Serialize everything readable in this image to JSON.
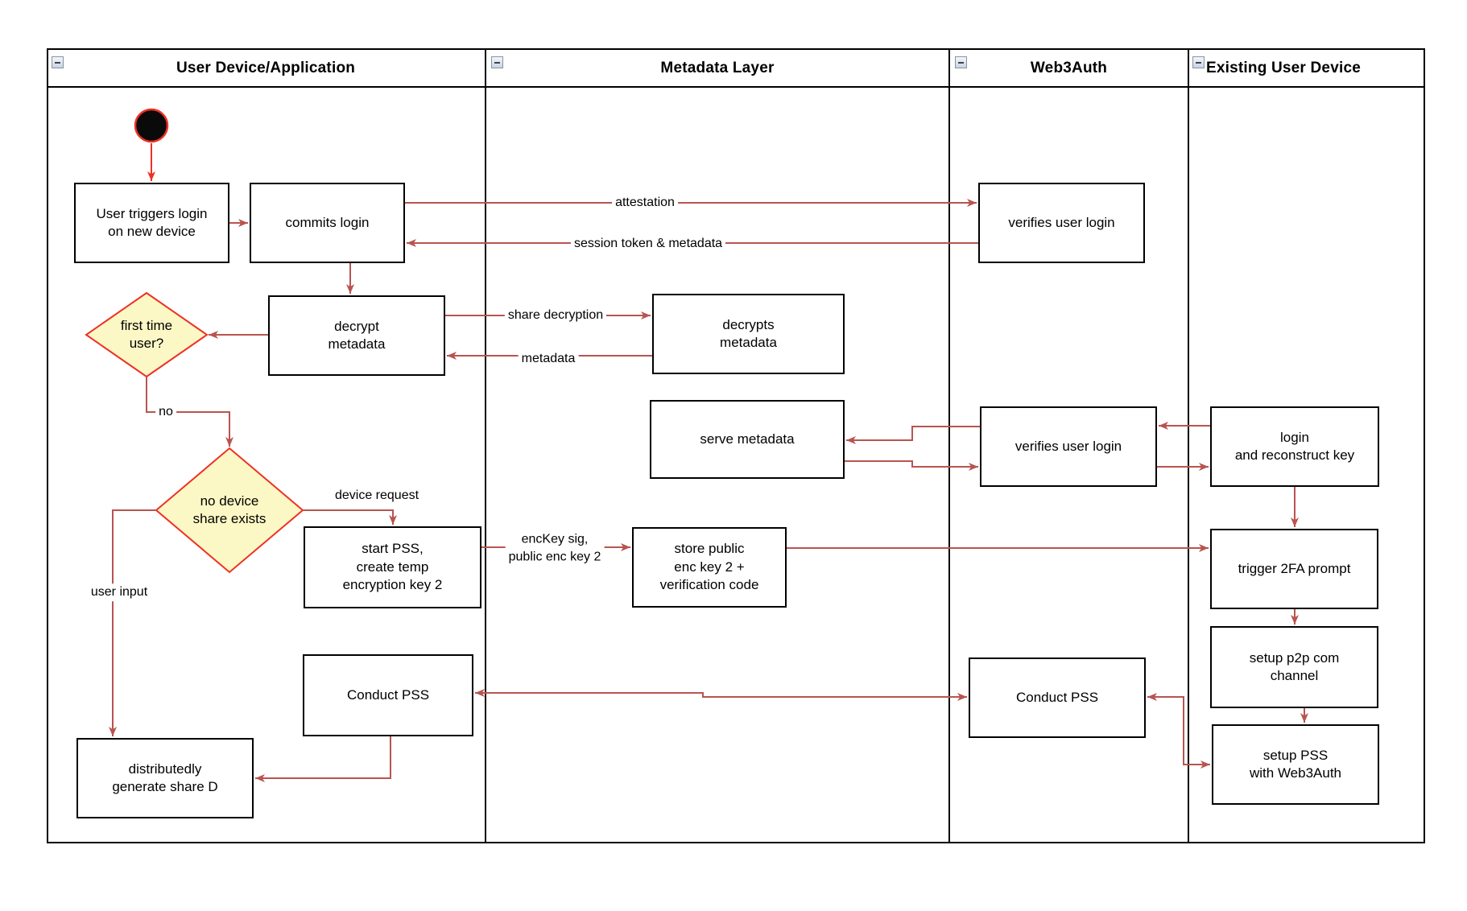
{
  "lanes": [
    {
      "title": "User Device/Application"
    },
    {
      "title": "Metadata Layer"
    },
    {
      "title": "Web3Auth"
    },
    {
      "title": "Existing User Device"
    }
  ],
  "nodes": {
    "user_triggers": {
      "label": "User triggers login\non new device"
    },
    "commits_login": {
      "label": "commits login"
    },
    "verifies_login_1": {
      "label": "verifies user login"
    },
    "decrypt_metadata": {
      "label": "decrypt\nmetadata"
    },
    "decrypts_metadata": {
      "label": "decrypts\nmetadata"
    },
    "serve_metadata": {
      "label": "serve metadata"
    },
    "verifies_login_2": {
      "label": "verifies user login"
    },
    "login_reconstruct": {
      "label": "login\nand reconstruct key"
    },
    "start_pss": {
      "label": "start PSS,\ncreate temp\nencryption key 2"
    },
    "store_public": {
      "label": "store public\nenc key 2 +\nverification code"
    },
    "trigger_2fa": {
      "label": "trigger 2FA prompt"
    },
    "setup_p2p": {
      "label": "setup p2p com\nchannel"
    },
    "conduct_pss_user": {
      "label": "Conduct PSS"
    },
    "conduct_pss_web3auth": {
      "label": "Conduct PSS"
    },
    "setup_pss_web3auth": {
      "label": "setup PSS\nwith Web3Auth"
    },
    "generate_share_d": {
      "label": "distributedly\ngenerate share D"
    }
  },
  "decisions": {
    "first_time_user": {
      "label": "first time\nuser?"
    },
    "no_device_share": {
      "label": "no device\nshare exists"
    }
  },
  "edge_labels": {
    "attestation": "attestation",
    "session_token": "session token & metadata",
    "share_decryption": "share decryption",
    "metadata": "metadata",
    "no": "no",
    "device_request": "device request",
    "enc_key": "encKey sig,\npublic enc key 2",
    "user_input": "user input"
  },
  "colors": {
    "edge": "#B85450",
    "accent_red": "#EE3124",
    "decision_fill": "#FCF8C5",
    "node_border": "#000000",
    "node_fill": "#FFFFFF"
  }
}
